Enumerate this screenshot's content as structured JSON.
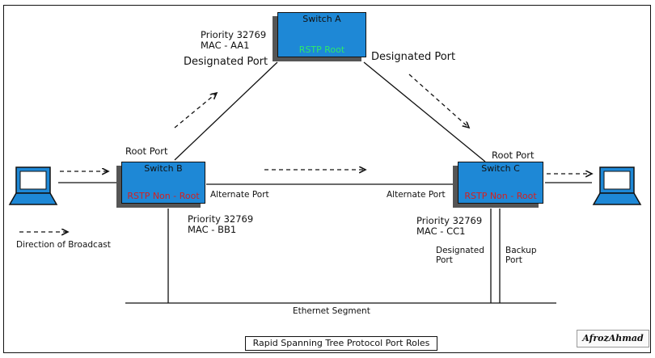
{
  "title": "Rapid Spanning Tree Protocol Port Roles",
  "logo": "AfrozAhmad",
  "colors": {
    "switch_fill": "#1e88d6",
    "root_text": "#2ee86a",
    "nonroot_text": "#d42020"
  },
  "switches": {
    "a": {
      "name": "Switch A",
      "role": "RSTP Root",
      "priority": "Priority 32769",
      "mac": "MAC - AA1"
    },
    "b": {
      "name": "Switch B",
      "role": "RSTP Non - Root",
      "priority": "Priority 32769",
      "mac": "MAC - BB1"
    },
    "c": {
      "name": "Switch C",
      "role": "RSTP Non - Root",
      "priority": "Priority 32769",
      "mac": "MAC - CC1"
    }
  },
  "ports": {
    "a_left": "Designated Port",
    "a_right": "Designated Port",
    "b_root": "Root Port",
    "c_root": "Root Port",
    "b_alternate": "Alternate Port",
    "c_alternate": "Alternate Port",
    "c_designated_1": "Designated",
    "c_designated_2": "Port",
    "c_backup_1": "Backup",
    "c_backup_2": "Port"
  },
  "legend": {
    "broadcast": "Direction of Broadcast"
  },
  "segment": "Ethernet Segment",
  "icons": [
    "laptop-icon",
    "laptop-icon"
  ]
}
